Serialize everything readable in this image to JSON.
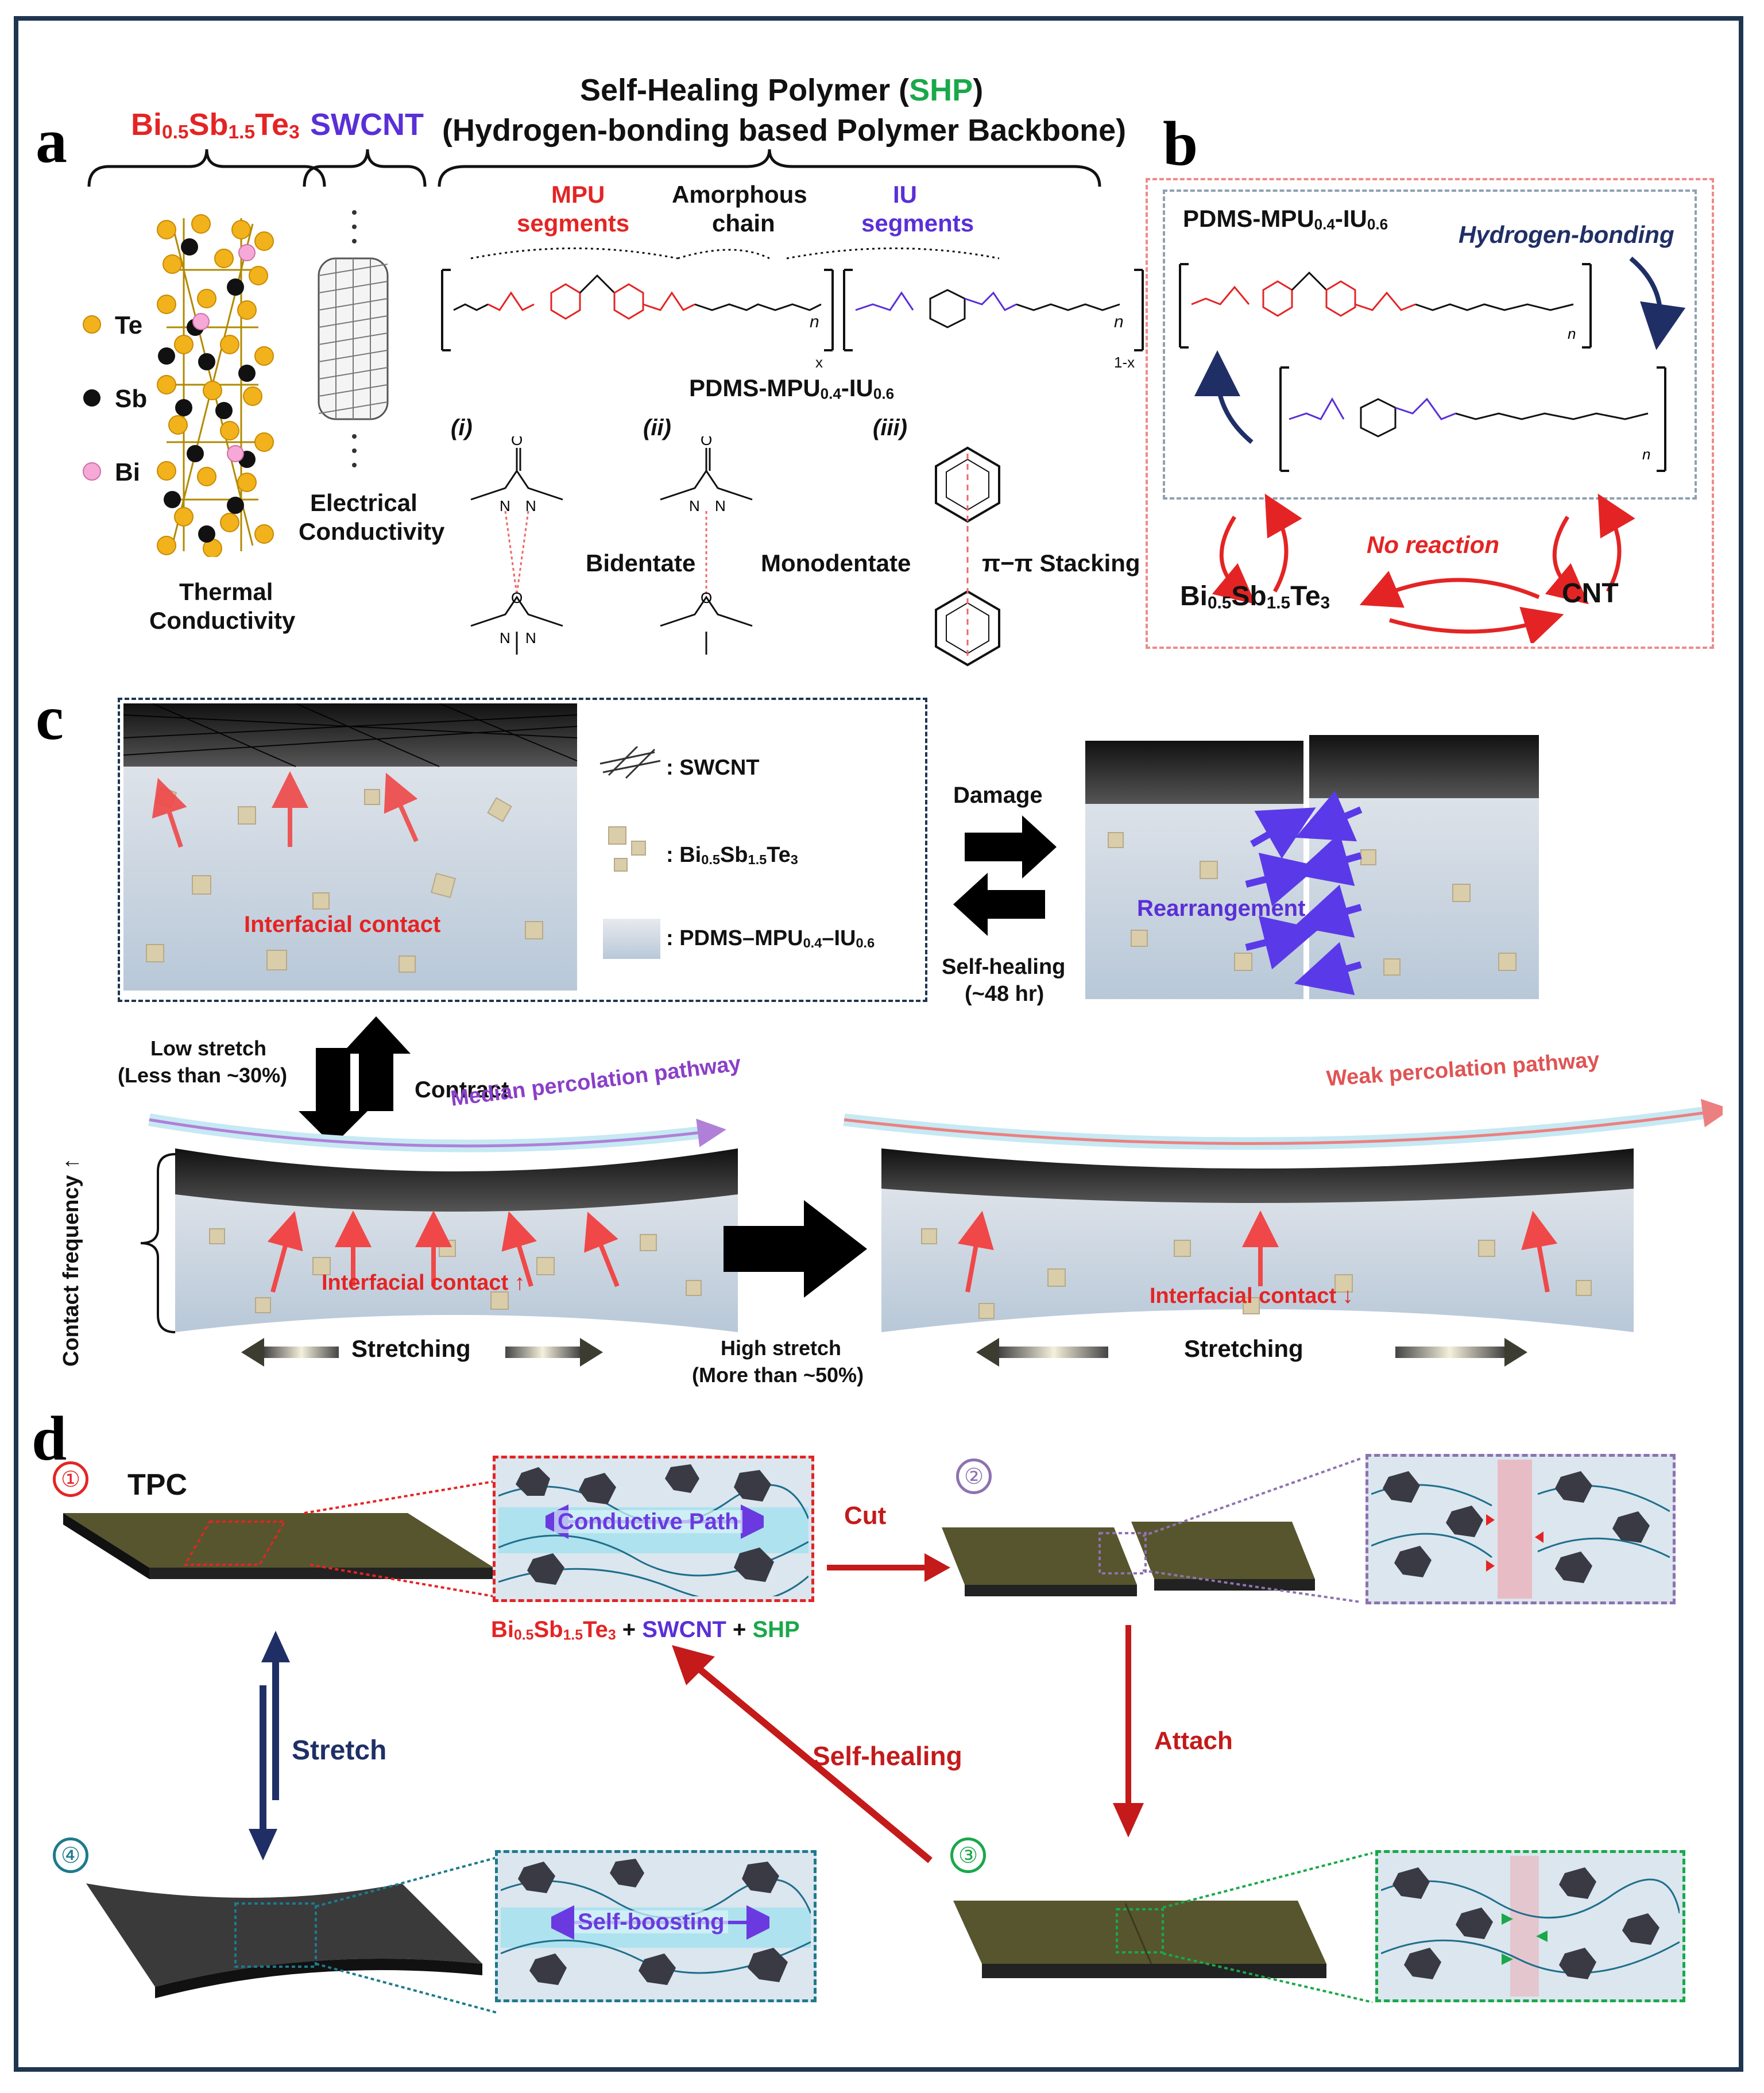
{
  "figure": {
    "a": {
      "letter": "a",
      "bst_label": "Bi0.5Sb1.5Te3",
      "swcnt_label": "SWCNT",
      "shp_title_prefix": "Self-Healing Polymer (",
      "shp_abbr": "SHP",
      "shp_title_suffix": ")",
      "shp_subtitle": "(Hydrogen-bonding based Polymer Backbone)",
      "mpu_label_1": "MPU",
      "mpu_label_2": "segments",
      "amorphous_1": "Amorphous",
      "amorphous_2": "chain",
      "iu_label_1": "IU",
      "iu_label_2": "segments",
      "polymer_name": "PDMS-MPU0.4-IU0.6",
      "legend_te": "Te",
      "legend_sb": "Sb",
      "legend_bi": "Bi",
      "electrical_1": "Electrical",
      "electrical_2": "Conductivity",
      "thermal_1": "Thermal",
      "thermal_2": "Conductivity",
      "mode_i": "(i)",
      "mode_ii": "(ii)",
      "mode_iii": "(iii)",
      "bidentate": "Bidentate",
      "monodentate": "Monodentate",
      "stacking": "π−π Stacking"
    },
    "b": {
      "letter": "b",
      "polymer_name": "PDMS-MPU0.4-IU0.6",
      "hbond": "Hydrogen-bonding",
      "no_reaction": "No reaction",
      "bst": "Bi0.5Sb1.5Te3",
      "cnt": "CNT"
    },
    "c": {
      "letter": "c",
      "legend_swcnt": ": SWCNT",
      "legend_bst": ": Bi0.5Sb1.5Te3",
      "legend_polymer": ": PDMS–MPU0.4–IU0.6",
      "interfacial": "Interfacial contact",
      "damage": "Damage",
      "self_healing_1": "Self-healing",
      "self_healing_2": "(~48 hr)",
      "rearrangement": "Rearrangement",
      "low_stretch_1": "Low stretch",
      "low_stretch_2": "(Less than ~30%)",
      "contract": "Contract",
      "median_path": "Median percolation pathway",
      "weak_path": "Weak percolation pathway",
      "contact_freq": "Contact frequency ↑",
      "interfacial_up": "Interfacial contact ↑",
      "interfacial_down": "Interfacial contact ↓",
      "stretching": "Stretching",
      "high_stretch_1": "High stretch",
      "high_stretch_2": "(More than ~50%)"
    },
    "d": {
      "letter": "d",
      "step1": "①",
      "step2": "②",
      "step3": "③",
      "step4": "④",
      "tpc": "TPC",
      "conductive_path": "Conductive Path",
      "composition_bst": "Bi0.5Sb1.5Te3",
      "composition_plus1": " + ",
      "composition_swcnt": "SWCNT",
      "composition_plus2": " + ",
      "composition_shp": "SHP",
      "cut": "Cut",
      "attach": "Attach",
      "self_healing": "Self-healing",
      "stretch": "Stretch",
      "self_boosting": "Self-boosting"
    }
  },
  "colors": {
    "frame": "#1f3550",
    "red": "#e42424",
    "blue": "#5a2fd6",
    "green": "#1aa84a",
    "navy": "#1f2f66",
    "teal": "#1e7a8c"
  }
}
